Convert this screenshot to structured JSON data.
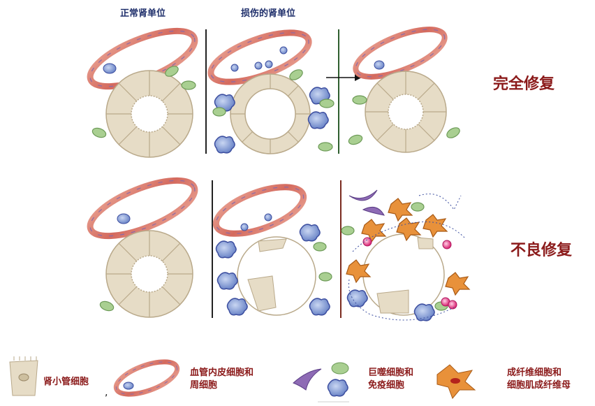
{
  "titles": {
    "normal": "正常肾单位",
    "injured": "损伤的肾单位"
  },
  "rows": {
    "complete_repair": "完全修复",
    "maladaptive_repair": "不良修复"
  },
  "legend": {
    "tubule_cell": "肾小管细胞",
    "endothelial_pericyte": "血管内皮细胞和\n周细胞",
    "macrophage_immune": "巨噬细胞和\n免疫细胞",
    "fibroblast_myofibroblast": "成纤维细胞和\n细胞肌成纤维母"
  },
  "colors": {
    "title": "#1f2f6b",
    "label": "#8b1a1a",
    "tubule": "#e6dcc6",
    "tubule_stroke": "#b9a98a",
    "vessel": "#d9786a",
    "immune": "#3d4fa0",
    "macrophage_green": "#8fbf7a",
    "fibroblast": "#d9822b",
    "pink_cell": "#e23a8a",
    "divider_dark": "#222222",
    "divider_green": "#2f5f2f",
    "divider_red": "#7a2a1f"
  }
}
